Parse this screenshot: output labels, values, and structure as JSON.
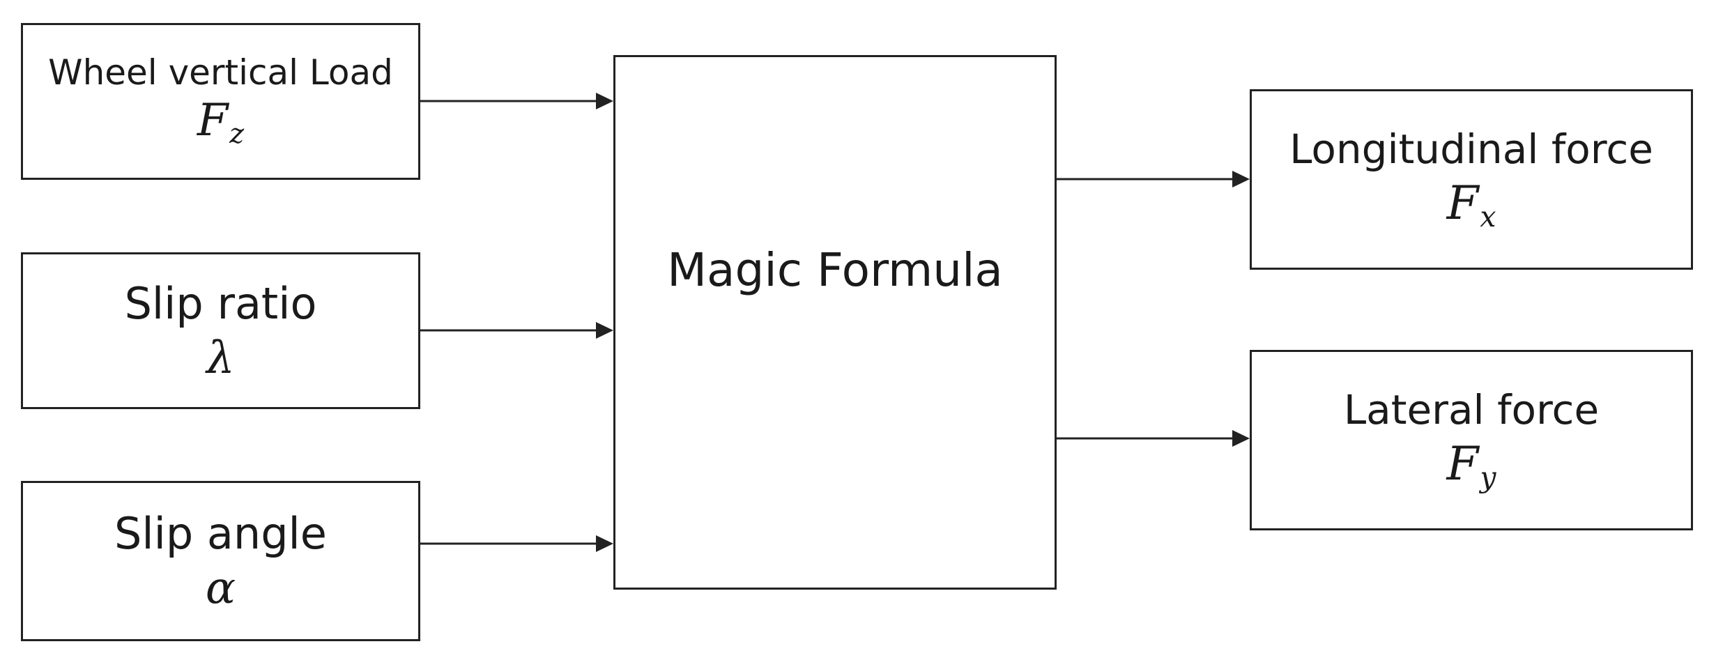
{
  "diagram": {
    "inputs": {
      "wheel_load": {
        "label": "Wheel vertical Load",
        "symbol_main": "F",
        "symbol_sub": "z"
      },
      "slip_ratio": {
        "label": "Slip ratio",
        "symbol": "λ"
      },
      "slip_angle": {
        "label": "Slip angle",
        "symbol": "α"
      }
    },
    "model": {
      "label": "Magic Formula"
    },
    "outputs": {
      "longitudinal": {
        "label": "Longitudinal force",
        "symbol_main": "F",
        "symbol_sub": "x"
      },
      "lateral": {
        "label": "Lateral force",
        "symbol_main": "F",
        "symbol_sub": "y"
      }
    }
  }
}
